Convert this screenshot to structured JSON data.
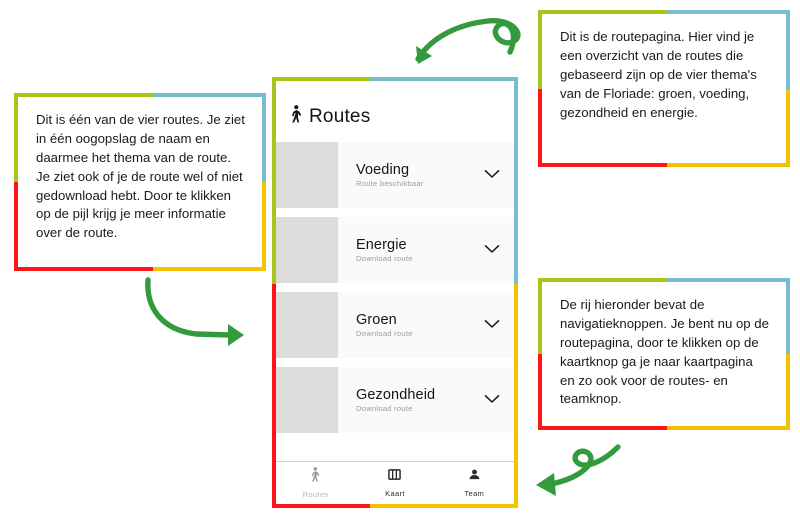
{
  "colors": {
    "green": "#A6C61B",
    "blue": "#77BCD1",
    "red": "#FF1417",
    "yellow": "#F4C300",
    "arrow_green": "#339A3E",
    "thumb_gray": "#DCDCDC",
    "card_gray": "#FAFAFA"
  },
  "callouts": [
    {
      "id": "route-item",
      "text": "Dit is één van de vier routes. Je ziet in één oogopslag de naam en daarmee het thema van de route. Je ziet ook of je de route wel of niet gedownload hebt. Door te klikken op de pijl krijg je meer informatie over de route."
    },
    {
      "id": "page-intro",
      "text": "Dit is de routepagina. Hier vind je een overzicht van de routes die gebaseerd zijn op de vier thema's van de Floriade: groen, voeding, gezondheid en energie."
    },
    {
      "id": "nav-info",
      "text": "De rij hieronder bevat de navigatieknoppen. Je bent nu op de routepagina, door te klikken op de kaartknop ga je naar kaartpagina en zo ook voor de routes- en teamknop."
    }
  ],
  "phone": {
    "header": {
      "icon": "walking-person-icon",
      "title": "Routes"
    },
    "routes": [
      {
        "title": "Voeding",
        "status": "Route beschikbaar",
        "chevron": "chevron-down-icon"
      },
      {
        "title": "Energie",
        "status": "Download route",
        "chevron": "chevron-down-icon"
      },
      {
        "title": "Groen",
        "status": "Download route",
        "chevron": "chevron-down-icon"
      },
      {
        "title": "Gezondheid",
        "status": "Download route",
        "chevron": "chevron-down-icon"
      }
    ],
    "bottom_nav": [
      {
        "label": "Routes",
        "icon": "walking-person-icon",
        "state": "active"
      },
      {
        "label": "Kaart",
        "icon": "map-icon",
        "state": "inactive"
      },
      {
        "label": "Team",
        "icon": "person-icon",
        "state": "inactive"
      }
    ]
  },
  "arrows": [
    {
      "id": "arrow-top",
      "direction": "points-down-left"
    },
    {
      "id": "arrow-left",
      "direction": "points-down-right"
    },
    {
      "id": "arrow-bottom",
      "direction": "points-down-left"
    }
  ]
}
